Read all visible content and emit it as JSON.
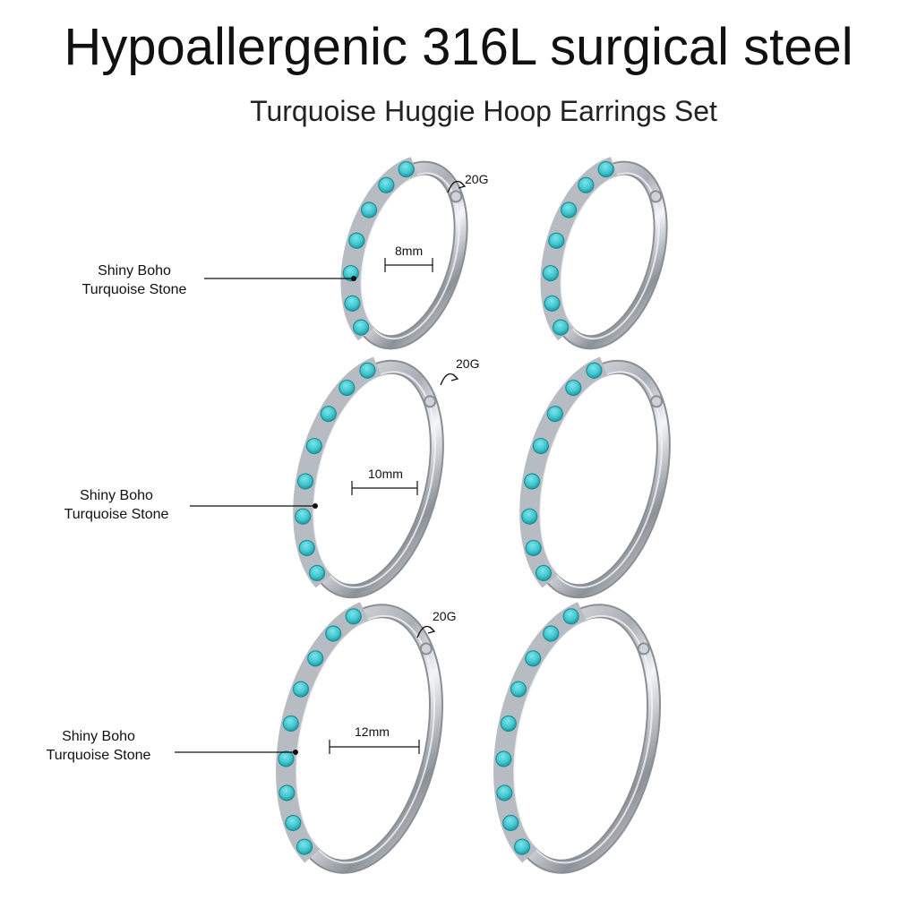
{
  "title": "Hypoallergenic 316L surgical steel",
  "subtitle": "Turquoise Huggie Hoop Earrings Set",
  "colors": {
    "steel_dark": "#8a8f96",
    "steel_light": "#f2f4f6",
    "turquoise": "#3ec6cf",
    "turquoise_dark": "#1f8e98",
    "line": "#111111"
  },
  "rows": [
    {
      "gauge": "20G",
      "diameter": "8mm",
      "stone_label_line1": "Shiny Boho",
      "stone_label_line2": "Turquoise Stone"
    },
    {
      "gauge": "20G",
      "diameter": "10mm",
      "stone_label_line1": "Shiny Boho",
      "stone_label_line2": "Turquoise Stone"
    },
    {
      "gauge": "20G",
      "diameter": "12mm",
      "stone_label_line1": "Shiny Boho",
      "stone_label_line2": "Turquoise Stone"
    }
  ]
}
